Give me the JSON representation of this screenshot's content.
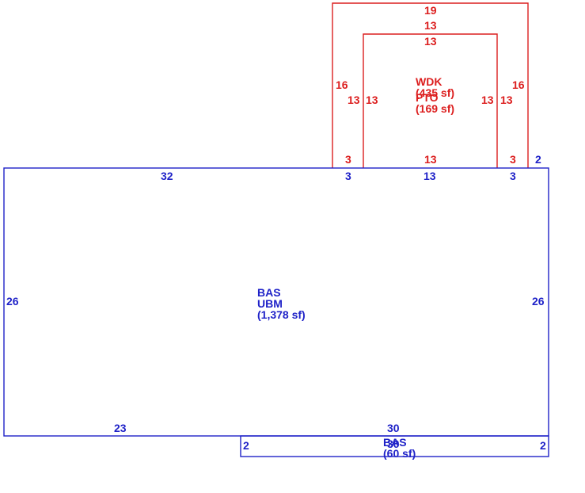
{
  "colors": {
    "main_area": "#1f22c8",
    "deck_area": "#dc1e1e"
  },
  "areas": {
    "main": {
      "label_1": "BAS",
      "label_2": "UBM",
      "area": "(1,378 sf)",
      "dims": {
        "top_left": "32",
        "top_mid_a": "3",
        "top_mid_b": "13",
        "top_mid_c": "3",
        "top_right": "2",
        "left": "26",
        "right": "26",
        "bottom_left": "23",
        "bottom_right": "30"
      }
    },
    "small": {
      "label_1": "BAS",
      "area": "(60 sf)",
      "dims": {
        "left": "2",
        "right": "2",
        "top": "30"
      }
    },
    "outer_deck": {
      "label": "WDK",
      "area": "(435 sf)",
      "dims": {
        "top": "19",
        "left": "16",
        "right": "16",
        "bottom_left": "3",
        "bottom_right": "3"
      }
    },
    "inner_patio": {
      "label": "PTO",
      "area": "(169 sf)",
      "dims": {
        "top_outer": "13",
        "top_inner": "13",
        "left_a": "13",
        "left_b": "13",
        "right_a": "13",
        "right_b": "13",
        "bottom": "13"
      }
    }
  }
}
